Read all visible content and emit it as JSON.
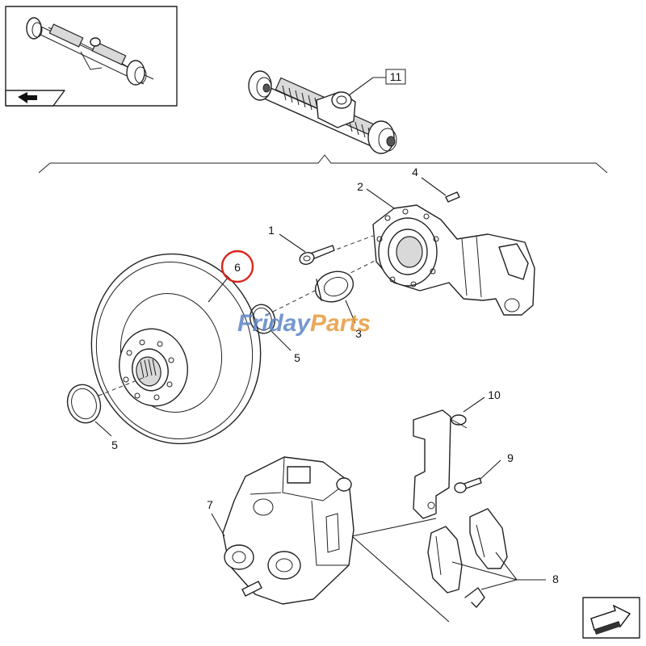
{
  "callouts": {
    "c1": "1",
    "c2": "2",
    "c3": "3",
    "c4": "4",
    "c5a": "5",
    "c5b": "5",
    "c6": "6",
    "c7": "7",
    "c8": "8",
    "c9": "9",
    "c10": "10",
    "c11": "11"
  },
  "watermark": {
    "part1": "Friday",
    "part2": "Parts"
  },
  "colors": {
    "line": "#222222",
    "highlight_circle": "#d9261c",
    "watermark_blue": "#5f86c8",
    "watermark_orange": "#e79a3b"
  },
  "icons": {
    "thumbnail_back": "arrow-left-icon",
    "nav_next": "arrow-right-icon"
  }
}
